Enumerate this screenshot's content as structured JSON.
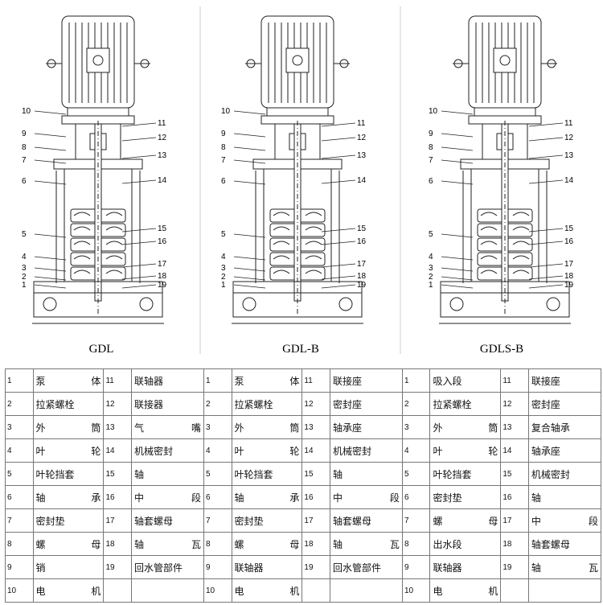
{
  "captions": [
    "GDL",
    "GDL-B",
    "GDLS-B"
  ],
  "left_callouts": [
    [
      "10",
      "9",
      "8",
      "7",
      "6",
      "5",
      "4",
      "3",
      "2",
      "1"
    ],
    [
      "10",
      "9",
      "8",
      "7",
      "6",
      "5",
      "4",
      "3",
      "2",
      "1"
    ],
    [
      "10",
      "9",
      "8",
      "7",
      "6",
      "5",
      "4",
      "3",
      "2",
      "1"
    ]
  ],
  "right_callouts": [
    [
      "11",
      "12",
      "13",
      "14",
      "15",
      "16",
      "17",
      "18",
      "19"
    ],
    [
      "11",
      "12",
      "13",
      "14",
      "15",
      "16",
      "17",
      "18",
      "19"
    ],
    [
      "11",
      "12",
      "13",
      "14",
      "15",
      "16",
      "17",
      "18",
      "19"
    ]
  ],
  "parts_table": [
    [
      [
        "1",
        "泵 体"
      ],
      [
        "11",
        "联轴器"
      ],
      [
        "1",
        "泵 体"
      ],
      [
        "11",
        "联接座"
      ],
      [
        "1",
        "吸入段"
      ],
      [
        "11",
        "联接座"
      ]
    ],
    [
      [
        "2",
        "拉紧螺栓"
      ],
      [
        "12",
        "联接器"
      ],
      [
        "2",
        "拉紧螺栓"
      ],
      [
        "12",
        "密封座"
      ],
      [
        "2",
        "拉紧螺栓"
      ],
      [
        "12",
        "密封座"
      ]
    ],
    [
      [
        "3",
        "外 筒"
      ],
      [
        "13",
        "气 嘴"
      ],
      [
        "3",
        "外 筒"
      ],
      [
        "13",
        "轴承座"
      ],
      [
        "3",
        "外 筒"
      ],
      [
        "13",
        "复合轴承"
      ]
    ],
    [
      [
        "4",
        "叶 轮"
      ],
      [
        "14",
        "机械密封"
      ],
      [
        "4",
        "叶 轮"
      ],
      [
        "14",
        "机械密封"
      ],
      [
        "4",
        "叶 轮"
      ],
      [
        "14",
        "轴承座"
      ]
    ],
    [
      [
        "5",
        "叶轮挡套"
      ],
      [
        "15",
        "轴"
      ],
      [
        "5",
        "叶轮挡套"
      ],
      [
        "15",
        "轴"
      ],
      [
        "5",
        "叶轮挡套"
      ],
      [
        "15",
        "机械密封"
      ]
    ],
    [
      [
        "6",
        "轴 承"
      ],
      [
        "16",
        "中 段"
      ],
      [
        "6",
        "轴 承"
      ],
      [
        "16",
        "中 段"
      ],
      [
        "6",
        "密封垫"
      ],
      [
        "16",
        "轴"
      ]
    ],
    [
      [
        "7",
        "密封垫"
      ],
      [
        "17",
        "轴套螺母"
      ],
      [
        "7",
        "密封垫"
      ],
      [
        "17",
        "轴套螺母"
      ],
      [
        "7",
        "螺 母"
      ],
      [
        "17",
        "中 段"
      ]
    ],
    [
      [
        "8",
        "螺 母"
      ],
      [
        "18",
        "轴 瓦"
      ],
      [
        "8",
        "螺 母"
      ],
      [
        "18",
        "轴 瓦"
      ],
      [
        "8",
        "出水段"
      ],
      [
        "18",
        "轴套螺母"
      ]
    ],
    [
      [
        "9",
        "销"
      ],
      [
        "19",
        "回水管部件"
      ],
      [
        "9",
        "联轴器"
      ],
      [
        "19",
        "回水管部件"
      ],
      [
        "9",
        "联轴器"
      ],
      [
        "19",
        "轴 瓦"
      ]
    ],
    [
      [
        "10",
        "电 机"
      ],
      [
        "",
        ""
      ],
      [
        "10",
        "电 机"
      ],
      [
        "",
        ""
      ],
      [
        "10",
        "电 机"
      ],
      [
        "",
        ""
      ]
    ]
  ],
  "colors": {
    "line": "#222222",
    "grid": "#777777"
  }
}
